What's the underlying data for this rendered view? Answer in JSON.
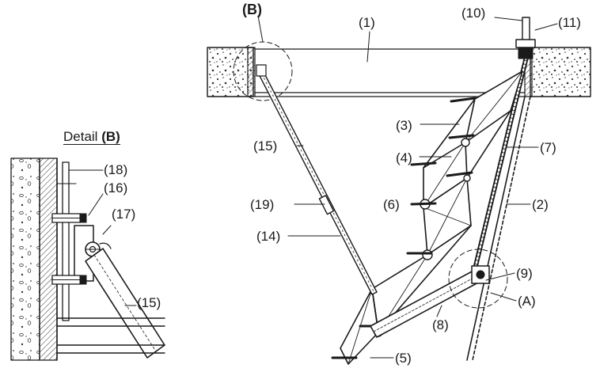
{
  "detail": {
    "prefix": "Detail",
    "id": "(B)"
  },
  "labels": {
    "b_top": "(B)",
    "n1": "(1)",
    "n2": "(2)",
    "n3": "(3)",
    "n4": "(4)",
    "n5": "(5)",
    "n6": "(6)",
    "n7": "(7)",
    "n8": "(8)",
    "n9": "(9)",
    "n10": "(10)",
    "n11": "(11)",
    "n14": "(14)",
    "n15": "(15)",
    "n19": "(19)",
    "nA": "(A)",
    "d15": "(15)",
    "d16": "(16)",
    "d17": "(17)",
    "d18": "(18)"
  },
  "colors": {
    "ink": "#1a1a1a",
    "paper": "#ffffff"
  }
}
